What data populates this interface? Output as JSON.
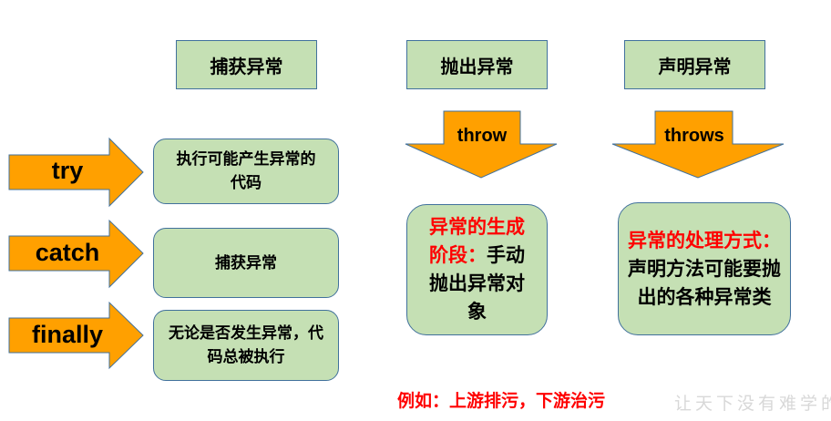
{
  "headers": [
    "捕获异常",
    "抛出异常",
    "声明异常"
  ],
  "keywords": {
    "try": "try",
    "catch": "catch",
    "finally": "finally",
    "throw": "throw",
    "throws": "throws"
  },
  "left_boxes": [
    "执行可能产生异常的代码",
    "捕获异常",
    "无论是否发生异常，代码总被执行"
  ],
  "throw_box": {
    "red": "异常的生成阶段：",
    "black": "手动抛出异常对象"
  },
  "throws_box": {
    "red": "异常的处理方式：",
    "black": "声明方法可能要抛出的各种异常类"
  },
  "note": "例如：上游排污，下游治污",
  "watermark": "让天下没有难学的",
  "colors": {
    "arrow": "#ffa000",
    "box": "#c5e0b4",
    "border": "#41719c",
    "highlight": "#ff0000"
  }
}
